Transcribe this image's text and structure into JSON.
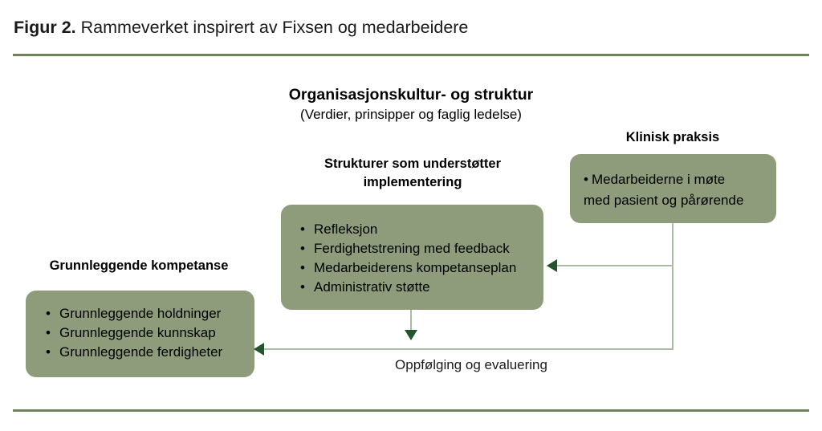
{
  "figure": {
    "label": "Figur 2.",
    "caption": "Rammeverket inspirert av Fixsen og medarbeidere"
  },
  "colors": {
    "rule_green": "#6f8356",
    "box_fill": "#8e9c7c",
    "connector_line": "#adbaa4",
    "arrowhead": "#23542c",
    "text": "#000000"
  },
  "diagram": {
    "culture": {
      "heading": "Organisasjonskultur- og struktur",
      "subheading": "(Verdier, prinsipper og faglig ledelse)"
    },
    "structures": {
      "heading": "Strukturer som understøtter implementering",
      "items": [
        "Refleksjon",
        "Ferdighetstrening med feedback",
        "Medarbeiderens kompetanseplan",
        "Administrativ støtte"
      ]
    },
    "clinical": {
      "heading": "Klinisk praksis",
      "bullet": "•",
      "line1": "Medarbeiderne i møte",
      "line2": "med pasient og pårørende"
    },
    "competence": {
      "heading": "Grunnleggende kompetanse",
      "items": [
        "Grunnleggende holdninger",
        "Grunnleggende kunnskap",
        "Grunnleggende ferdigheter"
      ]
    },
    "loop_label": "Oppfølging og evaluering"
  }
}
